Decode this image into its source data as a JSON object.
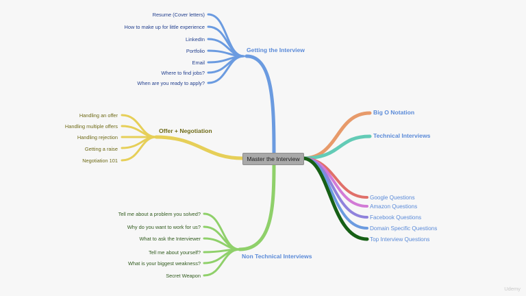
{
  "root": {
    "label": "Master the Interview"
  },
  "colors": {
    "getting": "#6b9be0",
    "offer": "#e6cf58",
    "nontech": "#8fd06a",
    "bigo": "#e79a6a",
    "technical": "#63cbb6",
    "google": "#e0706a",
    "amazon": "#d27ad6",
    "facebook": "#8f82dc",
    "domain": "#6b9be0",
    "top": "#176016",
    "text_blue_branch": "#5a8ad8",
    "text_dark_blue": "#23408f",
    "text_olive": "#6e6a16",
    "text_green": "#2f5a1c"
  },
  "branches": {
    "getting": {
      "label": "Getting the Interview",
      "children": [
        "Resume (Cover letters)",
        "How to make up for little experience",
        "LinkedIn",
        "Portfolio",
        "Email",
        "Where to find jobs?",
        "When are you ready to apply?"
      ]
    },
    "offer": {
      "label": "Offer + Negotiation",
      "children": [
        "Handling an offer",
        "Handling multiple offers",
        "Handling rejection",
        "Getting a raise",
        "Negotiation 101"
      ]
    },
    "nontech": {
      "label": "Non Technical Interviews",
      "children": [
        "Tell me about a problem you solved?",
        "Why do you want to work for us?",
        "What to ask the Interviewer",
        "Tell me about yourself?",
        "What is your biggest weakness?",
        "Secret Weapon"
      ]
    },
    "bigo": {
      "label": "Big O Notation"
    },
    "technical": {
      "label": "Technical Interviews"
    },
    "google": {
      "label": "Google Questions"
    },
    "amazon": {
      "label": "Amazon Questions"
    },
    "facebook": {
      "label": "Facebook Questions"
    },
    "domain": {
      "label": "Domain Specific Questions"
    },
    "top": {
      "label": "Top Interview Questions"
    }
  },
  "watermark": "Udemy"
}
